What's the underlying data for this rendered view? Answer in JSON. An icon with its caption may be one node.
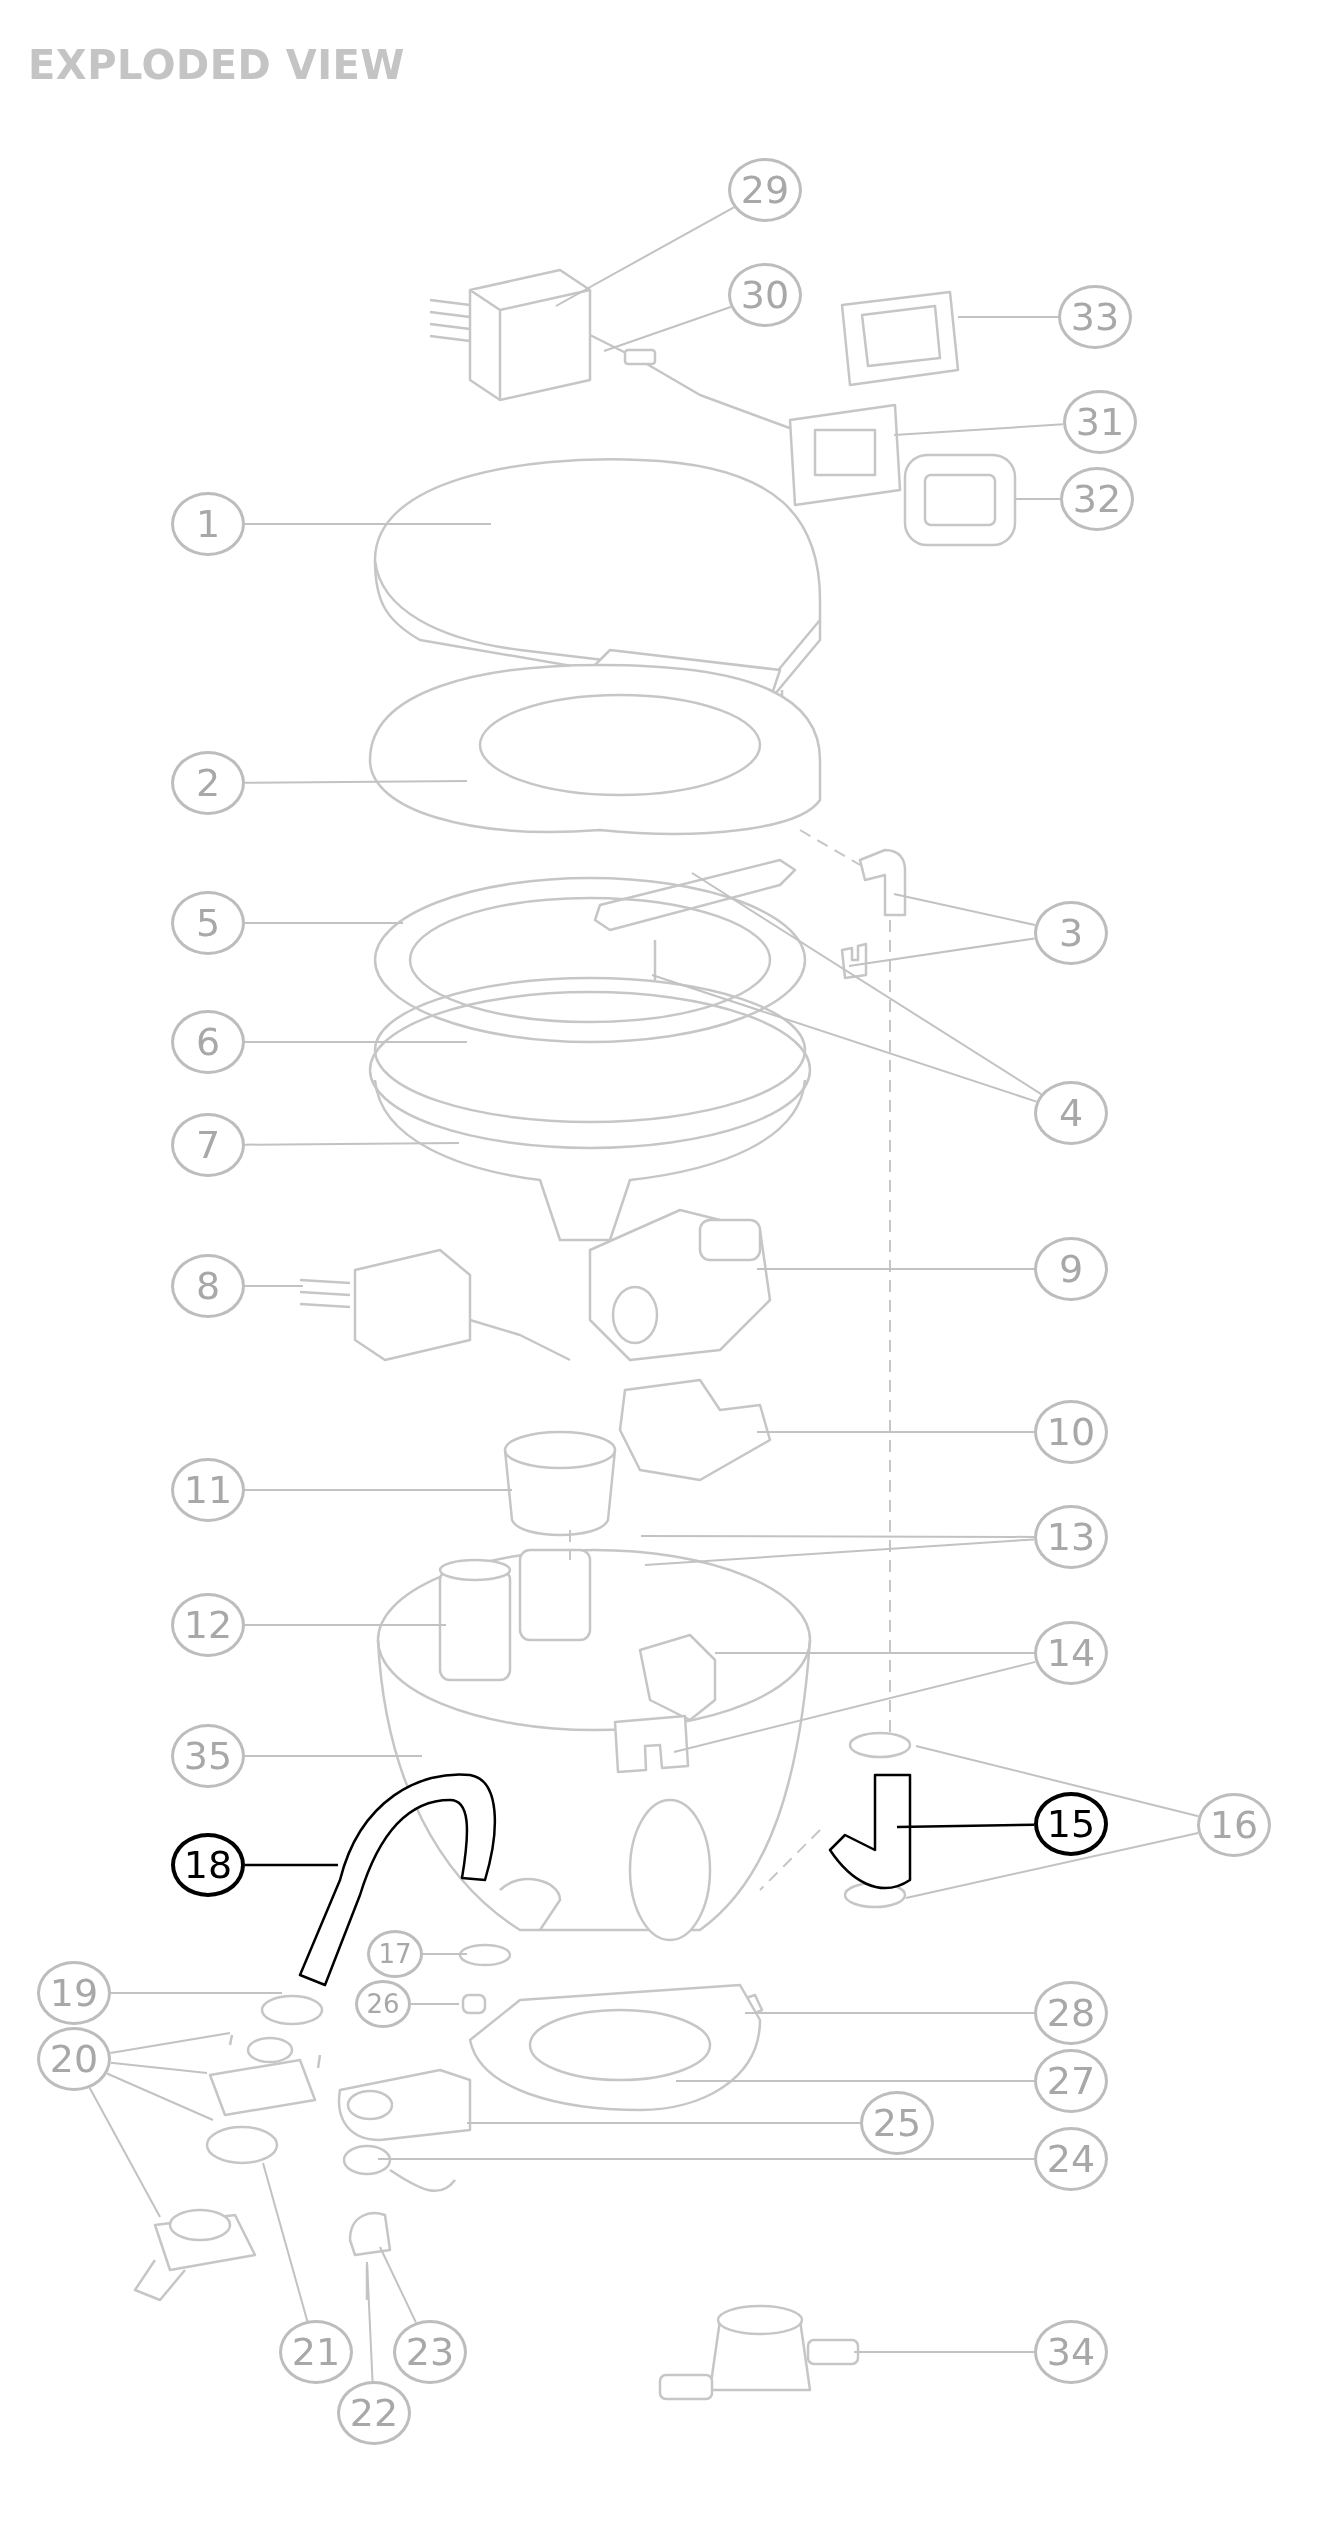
{
  "diagram": {
    "title": "EXPLODED VIEW",
    "nodes": [
      {
        "text": [
          "29"
        ]
      },
      {
        "text": [
          "30"
        ]
      },
      {
        "text": [
          "33"
        ]
      },
      {
        "text": [
          "31"
        ]
      },
      {
        "text": [
          "32"
        ]
      },
      {
        "text": [
          "1"
        ]
      },
      {
        "text": [
          "2"
        ]
      },
      {
        "text": [
          "5"
        ]
      },
      {
        "text": [
          "3"
        ]
      },
      {
        "text": [
          "6"
        ]
      },
      {
        "text": [
          "4"
        ]
      },
      {
        "text": [
          "7"
        ]
      },
      {
        "text": [
          "9"
        ]
      },
      {
        "text": [
          "8"
        ]
      },
      {
        "text": [
          "10"
        ]
      },
      {
        "text": [
          "11"
        ]
      },
      {
        "text": [
          "13"
        ]
      },
      {
        "text": [
          "12"
        ]
      },
      {
        "text": [
          "14"
        ]
      },
      {
        "text": [
          "35"
        ]
      },
      {
        "text": [
          "15"
        ]
      },
      {
        "text": [
          "16"
        ]
      },
      {
        "text": [
          "18"
        ]
      },
      {
        "text": [
          "17"
        ]
      },
      {
        "text": [
          "19"
        ]
      },
      {
        "text": [
          "26"
        ]
      },
      {
        "text": [
          "28"
        ]
      },
      {
        "text": [
          "20"
        ]
      },
      {
        "text": [
          "27"
        ]
      },
      {
        "text": [
          "25"
        ]
      },
      {
        "text": [
          "24"
        ]
      },
      {
        "text": [
          "21"
        ]
      },
      {
        "text": [
          "23"
        ]
      },
      {
        "text": [
          "34"
        ]
      },
      {
        "text": [
          "22"
        ]
      }
    ],
    "edges": [
      {
        "from": 0,
        "to": null,
        "arrow": "none"
      },
      {
        "from": 1,
        "to": null,
        "arrow": "none"
      },
      {
        "from": 2,
        "to": null,
        "arrow": "none"
      },
      {
        "from": 3,
        "to": null,
        "arrow": "none"
      },
      {
        "from": 4,
        "to": null,
        "arrow": "none"
      },
      {
        "from": 5,
        "to": null,
        "arrow": "none"
      },
      {
        "from": 6,
        "to": null,
        "arrow": "none"
      },
      {
        "from": 7,
        "to": null,
        "arrow": "none"
      },
      {
        "from": 8,
        "to": null,
        "arrow": "none"
      },
      {
        "from": 8,
        "to": null,
        "arrow": "none"
      },
      {
        "from": 9,
        "to": null,
        "arrow": "none"
      },
      {
        "from": 10,
        "to": null,
        "arrow": "none"
      },
      {
        "from": 10,
        "to": null,
        "arrow": "none"
      },
      {
        "from": 11,
        "to": null,
        "arrow": "none"
      },
      {
        "from": 12,
        "to": null,
        "arrow": "none"
      },
      {
        "from": 13,
        "to": null,
        "arrow": "none"
      },
      {
        "from": 14,
        "to": null,
        "arrow": "none"
      },
      {
        "from": 15,
        "to": null,
        "arrow": "none"
      },
      {
        "from": 16,
        "to": null,
        "arrow": "none"
      },
      {
        "from": 16,
        "to": null,
        "arrow": "none"
      },
      {
        "from": 17,
        "to": null,
        "arrow": "none"
      },
      {
        "from": 18,
        "to": null,
        "arrow": "none"
      },
      {
        "from": 18,
        "to": null,
        "arrow": "none"
      },
      {
        "from": 19,
        "to": null,
        "arrow": "none"
      },
      {
        "from": 20,
        "to": null,
        "arrow": "none",
        "color": "#000000"
      },
      {
        "from": 21,
        "to": null,
        "arrow": "none"
      },
      {
        "from": 21,
        "to": null,
        "arrow": "none"
      },
      {
        "from": 22,
        "to": null,
        "arrow": "none",
        "color": "#000000"
      },
      {
        "from": 23,
        "to": null,
        "arrow": "none"
      },
      {
        "from": 24,
        "to": null,
        "arrow": "none"
      },
      {
        "from": 25,
        "to": null,
        "arrow": "none"
      },
      {
        "from": 26,
        "to": null,
        "arrow": "none"
      },
      {
        "from": 27,
        "to": null,
        "arrow": "none"
      },
      {
        "from": 27,
        "to": null,
        "arrow": "none"
      },
      {
        "from": 27,
        "to": null,
        "arrow": "none"
      },
      {
        "from": 27,
        "to": null,
        "arrow": "none"
      },
      {
        "from": 28,
        "to": null,
        "arrow": "none"
      },
      {
        "from": 29,
        "to": null,
        "arrow": "none"
      },
      {
        "from": 30,
        "to": null,
        "arrow": "none"
      },
      {
        "from": 31,
        "to": null,
        "arrow": "none"
      },
      {
        "from": 32,
        "to": null,
        "arrow": "none"
      },
      {
        "from": 33,
        "to": null,
        "arrow": "none"
      },
      {
        "from": 34,
        "to": null,
        "arrow": "none"
      }
    ]
  }
}
